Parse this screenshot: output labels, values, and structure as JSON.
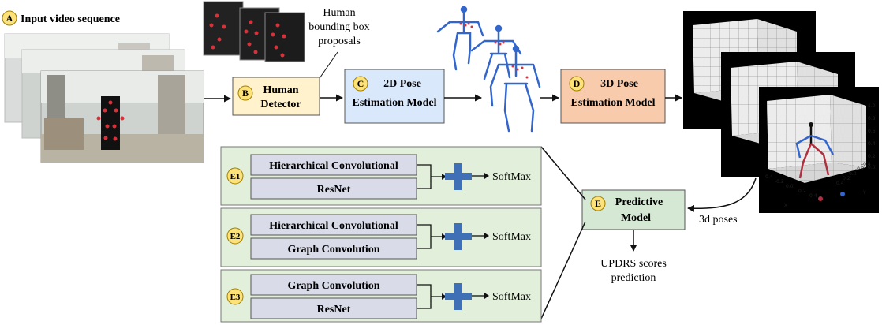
{
  "steps": {
    "a": {
      "badge": "A",
      "title": "Input video sequence"
    },
    "b": {
      "badge": "B",
      "line1": "Human",
      "line2": "Detector"
    },
    "c": {
      "badge": "C",
      "line1": "2D Pose",
      "line2": "Estimation Model"
    },
    "d": {
      "badge": "D",
      "line1": "3D Pose",
      "line2": "Estimation Model"
    },
    "e": {
      "badge": "E",
      "line1": "Predictive",
      "line2": "Model"
    }
  },
  "annotations": {
    "bbox_line1": "Human",
    "bbox_line2": "bounding box",
    "bbox_line3": "proposals",
    "poses_3d": "3d poses",
    "output_line1": "UPDRS scores",
    "output_line2": "prediction"
  },
  "variants": [
    {
      "badge": "E1",
      "top": "Hierarchical Convolutional",
      "bottom": "ResNet",
      "output": "SoftMax"
    },
    {
      "badge": "E2",
      "top": "Hierarchical Convolutional",
      "bottom": "Graph Convolution",
      "output": "SoftMax"
    },
    {
      "badge": "E3",
      "top": "Graph Convolution",
      "bottom": "ResNet",
      "output": "SoftMax"
    }
  ],
  "plot_ticks": {
    "x": [
      "-0.4",
      "-0.2",
      "0.0",
      "0.2",
      "0.4"
    ],
    "y": [
      "-0.4",
      "-0.2",
      "0.0",
      "0.2",
      "0.4"
    ],
    "z": [
      "1.0",
      "0.8",
      "0.6",
      "0.4",
      "0.2",
      "0.0"
    ],
    "x_label": "X",
    "y_label": "Y"
  },
  "colors": {
    "badge_fill": "#fde27a",
    "badge_stroke": "#a08000",
    "detector_fill": "#fff2cc",
    "pose2d_fill": "#dae8fc",
    "pose3d_fill": "#f8cbad",
    "predictive_fill": "#d5e8d4",
    "variant_panel_fill": "#e2efda",
    "variant_box_fill": "#d9dce8",
    "plus_fill": "#3f6fb5",
    "skeleton_blue": "#3366cc",
    "keypoint_red": "#d9313a"
  }
}
